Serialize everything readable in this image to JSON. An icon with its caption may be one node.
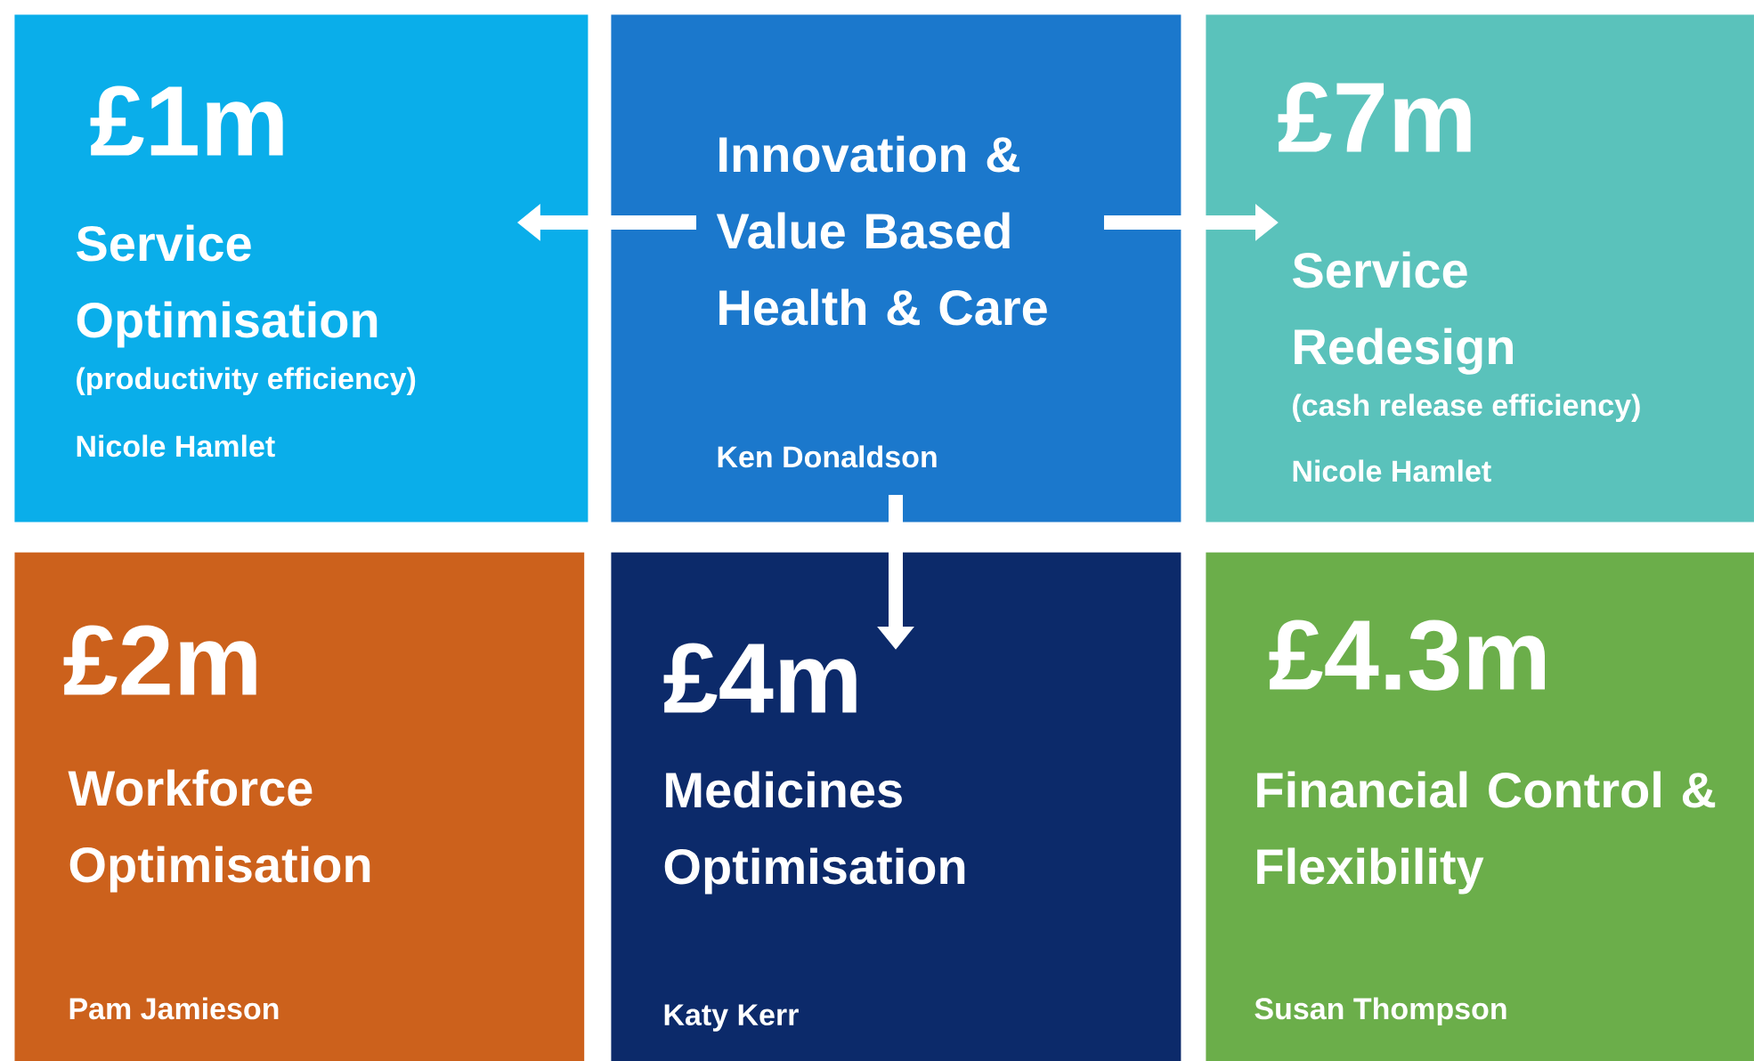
{
  "diagram": {
    "nodes": [
      {
        "text": [
          "£1m",
          "Service Optimisation",
          "(productivity efficiency)",
          "Nicole Hamlet"
        ]
      },
      {
        "text": [
          "Innovation & Value Based Health & Care",
          "Ken Donaldson"
        ]
      },
      {
        "text": [
          "£7m",
          "Service Redesign",
          "(cash release efficiency)",
          "Nicole Hamlet"
        ]
      },
      {
        "text": [
          "£2m",
          "Workforce Optimisation",
          "Pam Jamieson"
        ]
      },
      {
        "text": [
          "£4m",
          "Medicines Optimisation",
          "Katy Kerr"
        ]
      },
      {
        "text": [
          "£4.3m",
          "Financial Control & Flexibility",
          "Susan Thompson"
        ]
      }
    ],
    "edges": [
      {
        "from": 1,
        "to": 0,
        "arrow": "to"
      },
      {
        "from": 1,
        "to": 2,
        "arrow": "to"
      },
      {
        "from": 1,
        "to": 4,
        "arrow": "to"
      }
    ]
  }
}
